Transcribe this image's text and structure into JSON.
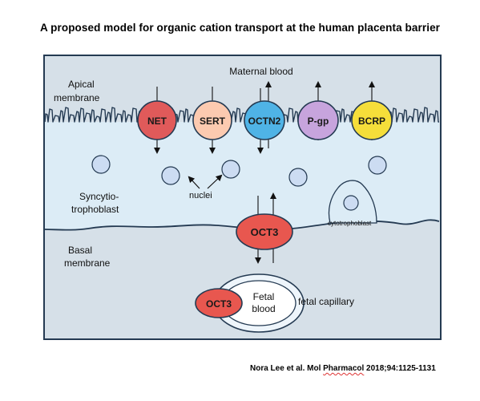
{
  "title": "A proposed model for organic cation transport at the human placenta barrier",
  "labels": {
    "maternal_blood": "Maternal blood",
    "apical_line1": "Apical",
    "apical_line2": "membrane",
    "syncytio_line1": "Syncytio-",
    "syncytio_line2": "trophoblast",
    "nuclei": "nuclei",
    "cytotrophoblast": "cytotrophoblast",
    "basal_line1": "Basal",
    "basal_line2": "membrane",
    "fetal_blood_line1": "Fetal",
    "fetal_blood_line2": "blood",
    "fetal_capillary": "fetal capillary"
  },
  "transporters": {
    "net": {
      "label": "NET",
      "color": "#e05a5a",
      "direction": "in"
    },
    "sert": {
      "label": "SERT",
      "color": "#fccab0",
      "direction": "in"
    },
    "octn2": {
      "label": "OCTN2",
      "color": "#4fb3e6",
      "direction": "both"
    },
    "pgp": {
      "label": "P-gp",
      "color": "#c7a4dd",
      "direction": "out"
    },
    "bcrp": {
      "label": "BCRP",
      "color": "#f5de3a",
      "direction": "out"
    },
    "oct3_basal": {
      "label": "OCT3",
      "color": "#e8574f",
      "direction": "both"
    },
    "oct3_fetal": {
      "label": "OCT3",
      "color": "#e8574f"
    }
  },
  "citation": {
    "before": "Nora Lee et al. Mol ",
    "misspelled": "Pharmacol",
    "after": " 2018;94:1125-1131"
  },
  "colors": {
    "outer_panel": "#d6e0e8",
    "syncytiotrophoblast": "#dcecf6",
    "nucleus": "#ccdcf2",
    "outline": "#243a52"
  }
}
